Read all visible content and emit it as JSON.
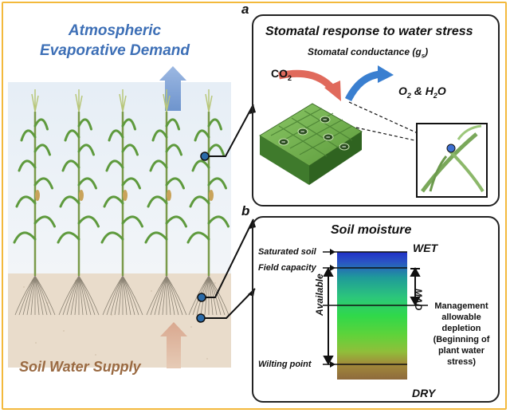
{
  "left": {
    "atmospheric_title_line1": "Atmospheric",
    "atmospheric_title_line2": "Evaporative Demand",
    "soil_title": "Soil Water Supply"
  },
  "panel_a": {
    "letter": "a",
    "title": "Stomatal response to water stress",
    "subtitle_prefix": "Stomatal conductance (",
    "subtitle_var": "g",
    "subtitle_sub": "s",
    "subtitle_suffix": ")",
    "co2_label": "CO",
    "co2_sub": "2",
    "o2_label": "O",
    "o2_sub": "2",
    "and_h": " & H",
    "h2o_sub": "2",
    "o_suffix": "O"
  },
  "panel_b": {
    "letter": "b",
    "title": "Soil moisture",
    "wet": "WET",
    "dry": "DRY",
    "saturated": "Saturated soil",
    "field_capacity": "Field capacity",
    "wilting_point": "Wilting point",
    "available": "Available",
    "mad": "MAD",
    "management": [
      "Management",
      "allowable",
      "depletion",
      "(Beginning of",
      "plant water",
      "stress)"
    ]
  },
  "colors": {
    "frame": "#f3b93c",
    "atmo_arrow": "#7d9fd4",
    "soil_arrow": "#d7b39a",
    "leaf_green": "#5e9a3d",
    "co2_arrow": "#e06a5c",
    "o2_arrow": "#3a7fd0"
  }
}
